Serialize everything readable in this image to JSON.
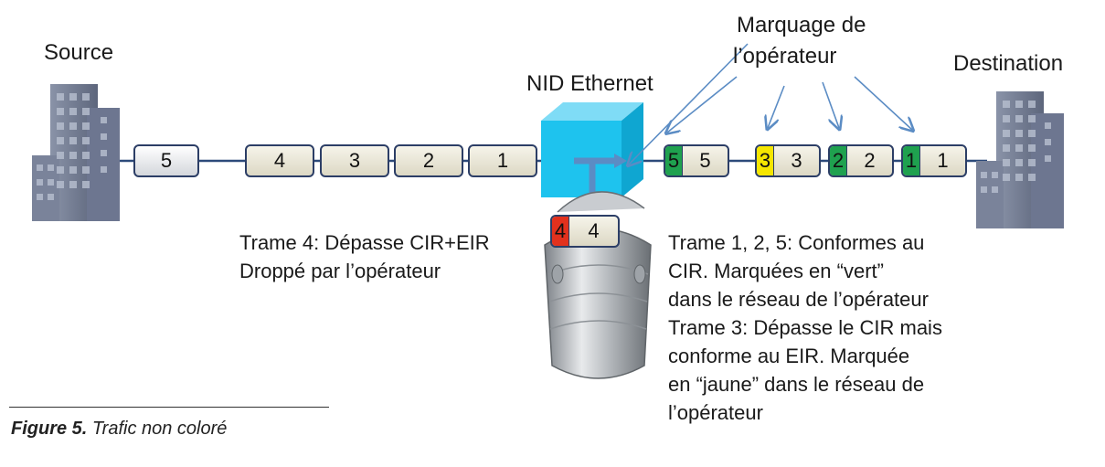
{
  "labels": {
    "source": "Source",
    "destination": "Destination",
    "nid": "NID Ethernet",
    "marking": [
      "Marquage de",
      "l’opérateur"
    ]
  },
  "source_frames": [
    "5",
    "4",
    "3",
    "2",
    "1"
  ],
  "marked_frames": [
    {
      "number": "5",
      "mark": "5",
      "color": "#1fa14f"
    },
    {
      "number": "3",
      "mark": "3",
      "color": "#f5e600"
    },
    {
      "number": "2",
      "mark": "2",
      "color": "#1fa14f"
    },
    {
      "number": "1",
      "mark": "1",
      "color": "#1fa14f"
    }
  ],
  "dropped_frame": {
    "number": "4",
    "mark": "4",
    "color": "#e2311d"
  },
  "notes": {
    "dropped": [
      "Trame 4: Dépasse CIR+EIR",
      "Droppé par l’opérateur"
    ],
    "conform": [
      "Trame 1, 2, 5: Conformes au",
      "CIR. Marquées en “vert”",
      "dans le réseau de l’opérateur",
      "Trame 3: Dépasse le CIR mais",
      "conforme au EIR. Marquée",
      "en “jaune” dans le réseau de",
      "l’opérateur"
    ]
  },
  "caption": {
    "bold": "Figure 5.",
    "text": "Trafic non coloré"
  },
  "colors": {
    "green": "#1fa14f",
    "yellow": "#f5e600",
    "red": "#e2311d",
    "nid": "#1ec3ee",
    "arrow": "#5b8cc4",
    "line": "#2c4a7a"
  }
}
